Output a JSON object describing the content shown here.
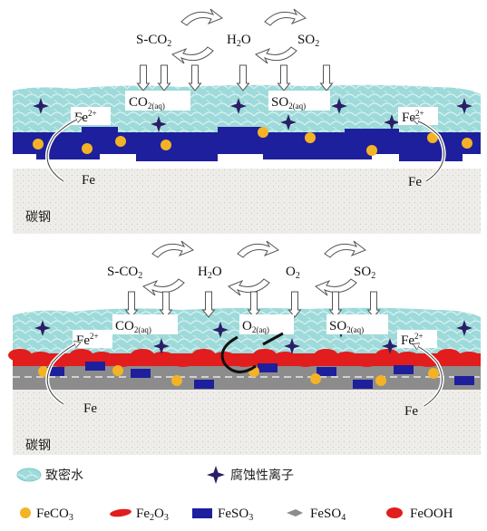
{
  "panel_top": {
    "gases": {
      "s_co2": "S-CO",
      "s_co2_sub": "2",
      "h2o": "H",
      "h2o_sub": "2",
      "h2o_tail": "O",
      "so2": "SO",
      "so2_sub": "2"
    },
    "aq": {
      "co2": "CO",
      "co2_sub": "2(aq)",
      "so2": "SO",
      "so2_sub": "2(aq)"
    },
    "fe_ion_left": "Fe",
    "fe_ion_right": "Fe",
    "fe_ion_sup": "2+",
    "fe_left": "Fe",
    "fe_right": "Fe",
    "steel": "碳钢"
  },
  "panel_bottom": {
    "gases": {
      "s_co2": "S-CO",
      "s_co2_sub": "2",
      "h2o": "H",
      "h2o_sub": "2",
      "h2o_tail": "O",
      "o2": "O",
      "o2_sub": "2",
      "so2": "SO",
      "so2_sub": "2"
    },
    "aq": {
      "co2": "CO",
      "co2_sub": "2(aq)",
      "o2": "O",
      "o2_sub": "2(aq)",
      "so2": "SO",
      "so2_sub": "2(aq)"
    },
    "fe_ion_left": "Fe",
    "fe_ion_right": "Fe",
    "fe_ion_sup": "2+",
    "fe_left": "Fe",
    "fe_right": "Fe",
    "steel": "碳钢"
  },
  "legend": {
    "dense_water": "致密水",
    "corrosive_ions": "腐蚀性离子",
    "feco3": "FeCO",
    "feco3_sub": "3",
    "fe2o3_a": "Fe",
    "fe2o3_sub1": "2",
    "fe2o3_b": "O",
    "fe2o3_sub2": "3",
    "feso3": "FeSO",
    "feso3_sub": "3",
    "feso4": "FeSO",
    "feso4_sub": "4",
    "feooh": "FeOOH"
  },
  "colors": {
    "water": "#8fd3d3",
    "ion_star": "#2a1f66",
    "feco3": "#f4b325",
    "fe2o3": "#e21d1d",
    "feso3": "#1e1f9c",
    "feso4": "#8c8c8c",
    "steel": "#ecebe6"
  }
}
